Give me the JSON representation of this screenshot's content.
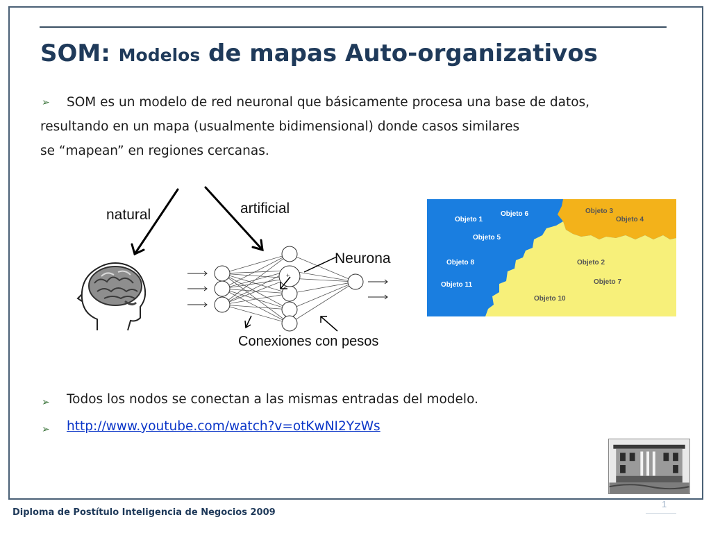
{
  "slide": {
    "title_part1": "SOM:",
    "title_part2": "Modelos",
    "title_part3": "de mapas Auto-organizativos",
    "bullet1": {
      "line1": "SOM es un modelo de red neuronal que básicamente procesa una base de datos,",
      "line2": "resultando   en  un  mapa   (usualmente bidimensional)   donde  casos   similares",
      "line3": "se   “mapean”   en regiones cercanas."
    },
    "bullet2": "Todos los nodos se conectan a las mismas entradas del modelo.",
    "bullet3_link": "http://www.youtube.com/watch?v=otKwNI2YzWs",
    "bullet_marker": "➢"
  },
  "figure": {
    "label_natural": "natural",
    "label_artificial": "artificial",
    "label_neurona": "Neurona",
    "label_conexiones": "Conexiones con pesos"
  },
  "som_map": {
    "color_blue": "#1a7ee0",
    "color_orange": "#f3b21a",
    "color_yellow": "#f7f07a",
    "objects": [
      "Objeto 1",
      "Objeto 6",
      "Objeto 3",
      "Objeto 4",
      "Objeto 5",
      "Objeto 8",
      "Objeto 2",
      "Objeto 11",
      "Objeto 7",
      "Objeto 10"
    ]
  },
  "footer": {
    "text": "Diploma de Postítulo Inteligencia de Negocios 2009",
    "page_number": "1"
  },
  "colors": {
    "title": "#1f3a5a",
    "link": "#0b36c8",
    "frame": "#4a6076"
  }
}
